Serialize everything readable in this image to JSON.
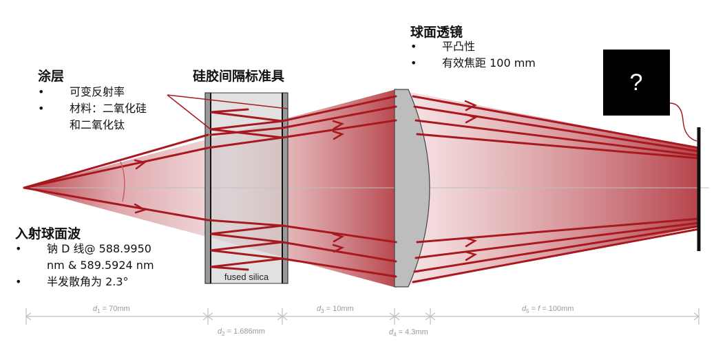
{
  "coating": {
    "title": "涂层",
    "items": [
      "可变反射率",
      "材料：二氧化硅",
      "和二氧化钛"
    ]
  },
  "etalon": {
    "title": "硅胶间隔标准具",
    "material": "fused silica"
  },
  "lens": {
    "title": "球面透镜",
    "items": [
      "平凸性",
      "有效焦距 100 mm"
    ]
  },
  "wave": {
    "title": "入射球面波",
    "items": [
      "钠 D 线@ 588.9950",
      "nm & 589.5924 nm",
      "半发散角为 2.3°"
    ]
  },
  "detector": {
    "symbol": "?"
  },
  "dimensions": {
    "d1": {
      "sym": "d",
      "sub": "1",
      "text": " = 70mm"
    },
    "d2": {
      "sym": "d",
      "sub": "2",
      "text": " = 1.686mm"
    },
    "d3": {
      "sym": "d",
      "sub": "3",
      "text": " = 10mm"
    },
    "d4": {
      "sym": "d",
      "sub": "4",
      "text": " = 4.3mm"
    },
    "d5": {
      "sym": "d",
      "sub": "5",
      "text": " = ",
      "f": "f",
      "text2": " = 100mm"
    }
  },
  "colors": {
    "beam": "#a8181f",
    "beam_fill": "#c0545a",
    "lens": "#bdbdbd",
    "etalon": "#c2c2c2",
    "dimension": "#bfbfbf"
  }
}
